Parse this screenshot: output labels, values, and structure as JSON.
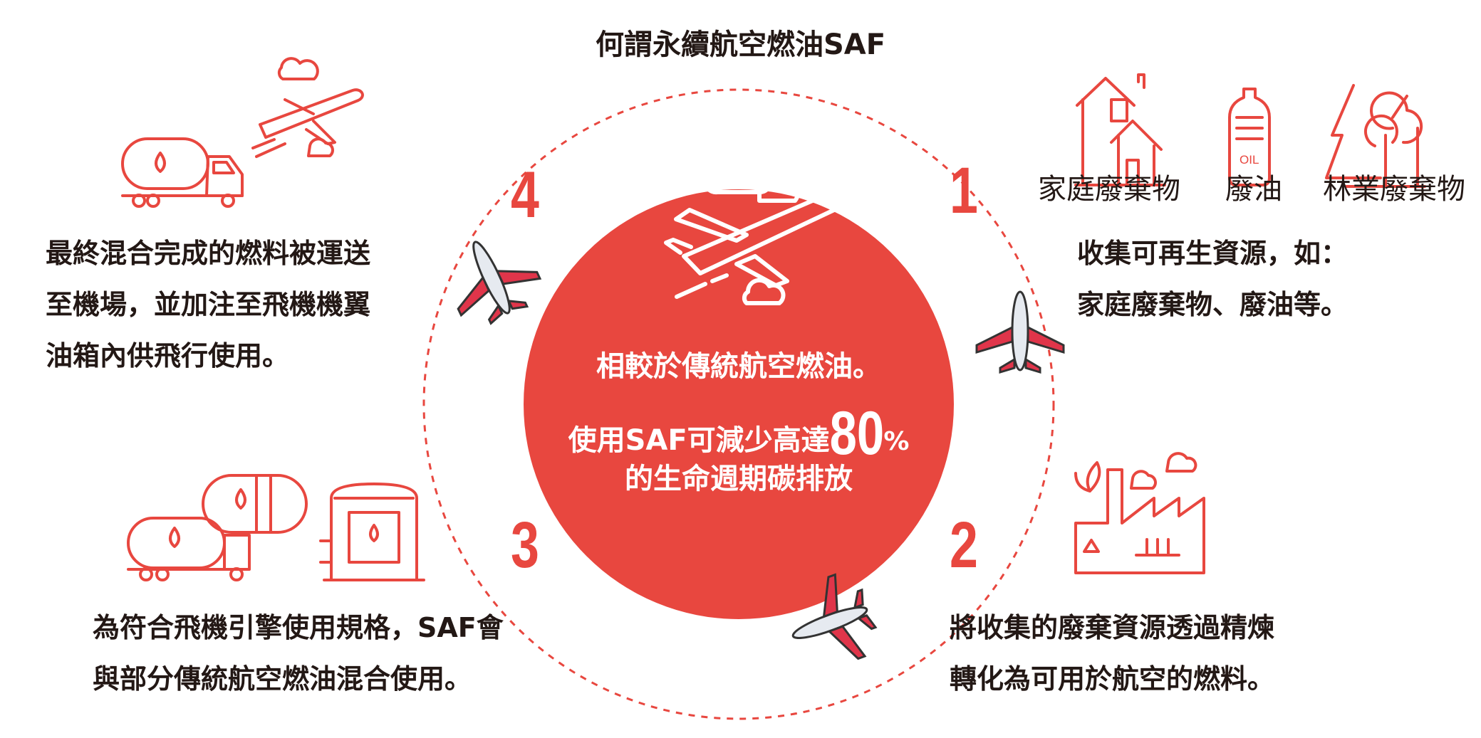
{
  "title": "何謂永續航空燃油SAF",
  "colors": {
    "accent": "#e8473f",
    "text": "#231815"
  },
  "center": {
    "line1": "相較於傳統航空燃油。",
    "line2_prefix": "使用SAF可減少高達",
    "percent_value": "80",
    "percent_sign": "%",
    "line3": "的生命週期碳排放"
  },
  "steps": [
    {
      "number": "1",
      "lines": [
        "收集可再生資源，如：",
        "家庭廢棄物、廢油等。"
      ],
      "icons": [
        {
          "name": "house-icon",
          "label": "家庭廢棄物"
        },
        {
          "name": "oil-bottle-icon",
          "label": "廢油"
        },
        {
          "name": "forest-icon",
          "label": "林業廢棄物"
        }
      ]
    },
    {
      "number": "2",
      "lines": [
        "將收集的廢棄資源透過精煉",
        "轉化為可用於航空的燃料。"
      ],
      "icon_text": "OIL"
    },
    {
      "number": "3",
      "lines": [
        "為符合飛機引擎使用規格，SAF會",
        "與部分傳統航空燃油混合使用。"
      ]
    },
    {
      "number": "4",
      "lines": [
        "最終混合完成的燃料被運送",
        "至機場，並加注至飛機機翼",
        "油箱內供飛行使用。"
      ]
    }
  ]
}
